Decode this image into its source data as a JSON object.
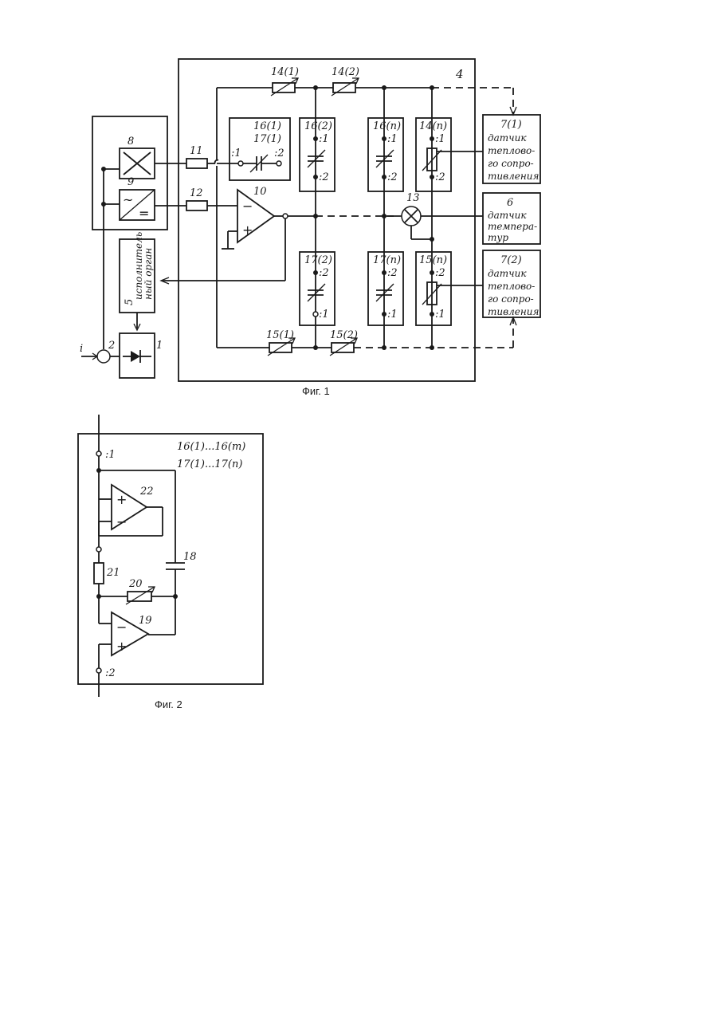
{
  "fig1": {
    "caption": "Фиг. 1",
    "block_4": "4",
    "block_8": "8",
    "block_9": "9",
    "block_1": "1",
    "block_2": "2",
    "input_i": "i",
    "block_5": "5",
    "block_5_text": [
      "исполнитель",
      "ный орган"
    ],
    "r11": "11",
    "r12": "12",
    "opamp_10": "10",
    "mixer_13": "13",
    "r14_1": "14(1)",
    "r14_2": "14(2)",
    "r15_1": "15(1)",
    "r15_2": "15(2)",
    "cell_16_1": "16(1)",
    "cell_17_1": "17(1)",
    "cell_16_2": "16(2)",
    "cell_16_n": "16(n)",
    "cell_14_n": "14(n)",
    "cell_17_2": "17(2)",
    "cell_17_n": "17(n)",
    "cell_15_n": "15(n)",
    "pin1": ":1",
    "pin2": ":2",
    "sensor_7_1_num": "7(1)",
    "sensor_7_1_text": [
      "датчик",
      "теплово-",
      "го сопро-",
      "тивления"
    ],
    "sensor_6_num": "6",
    "sensor_6_text": [
      "датчик",
      "темпера-",
      "тур"
    ],
    "sensor_7_2_num": "7(2)",
    "sensor_7_2_text": [
      "датчик",
      "теплово-",
      "го сопро-",
      "тивления"
    ]
  },
  "fig2": {
    "caption": "Фиг. 2",
    "range_a": "16(1)...16(m)",
    "range_b": "17(1)...17(n)",
    "pin1": ":1",
    "pin2": ":2",
    "opamp_22": "22",
    "opamp_19": "19",
    "cap_18": "18",
    "r21": "21",
    "r20": "20"
  }
}
